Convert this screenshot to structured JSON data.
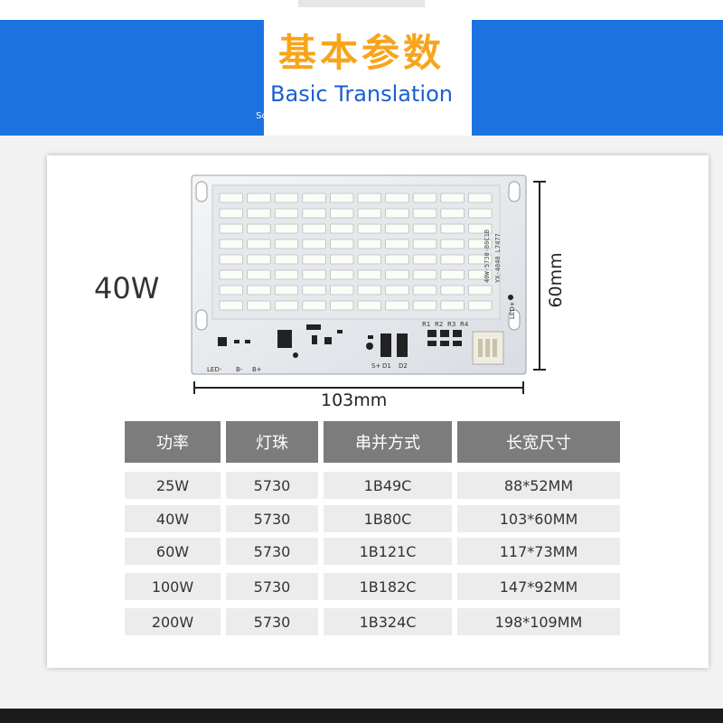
{
  "banner": {
    "title": "基本参数",
    "subtitle": "Basic Translation",
    "tagline": "Solar Integrated Radar Induction Control panel"
  },
  "product": {
    "power_label": "40W",
    "width_label": "103mm",
    "height_label": "60mm",
    "led_grid": {
      "columns": 10,
      "rows": 8
    },
    "board_marks": {
      "model": "40W-5730-80C1B",
      "code": "YX-4040 L7477",
      "resistors": [
        "R1",
        "R2",
        "R3",
        "R4"
      ],
      "pads": [
        "LED-",
        "B-",
        "B+",
        "S+",
        "D1",
        "D2",
        "LED+"
      ]
    }
  },
  "table": {
    "headers": [
      "功率",
      "灯珠",
      "串并方式",
      "长宽尺寸"
    ],
    "rows": [
      [
        "25W",
        "5730",
        "1B49C",
        "88*52MM"
      ],
      [
        "40W",
        "5730",
        "1B80C",
        "103*60MM"
      ],
      [
        "60W",
        "5730",
        "1B121C",
        "117*73MM"
      ],
      [
        "100W",
        "5730",
        "1B182C",
        "147*92MM"
      ],
      [
        "200W",
        "5730",
        "1B324C",
        "198*109MM"
      ]
    ]
  },
  "colors": {
    "banner_blue": "#1a73e0",
    "title_orange": "#f7a51c",
    "subtitle_blue": "#1a5fd0",
    "header_gray": "#7c7c7c",
    "row_gray": "#ececec"
  }
}
